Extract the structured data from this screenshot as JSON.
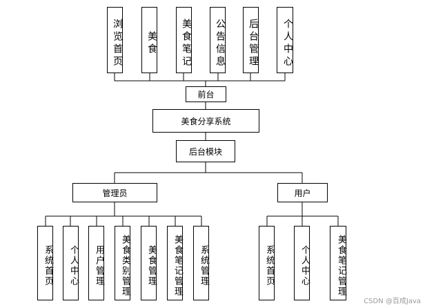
{
  "diagram": {
    "front_modules": [
      "浏览首页",
      "美食",
      "美食笔记",
      "公告信息",
      "后台管理",
      "个人中心"
    ],
    "front": "前台",
    "system": "美食分享系统",
    "backend": "后台模块",
    "admin": "管理员",
    "user": "用户",
    "admin_modules": [
      "系统首页",
      "个人中心",
      "用户管理",
      "美食类别管理",
      "美食管理",
      "美食笔记管理",
      "系统管理"
    ],
    "user_modules": [
      "系统首页",
      "个人中心",
      "美食笔记管理"
    ]
  },
  "watermark": "CSDN @百成Java"
}
